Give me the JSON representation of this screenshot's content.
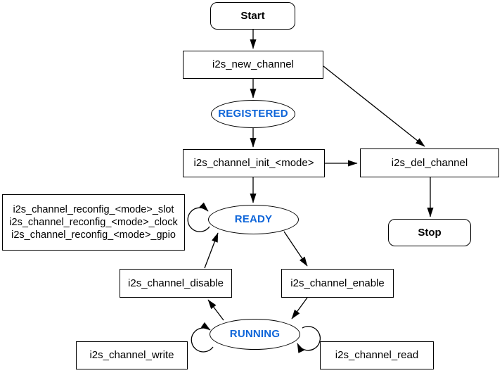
{
  "diagram": {
    "nodes": {
      "start": "Start",
      "new_channel": "i2s_new_channel",
      "registered": "REGISTERED",
      "init": "i2s_channel_init_<mode>",
      "del_channel": "i2s_del_channel",
      "stop": "Stop",
      "reconfig": [
        "i2s_channel_reconfig_<mode>_slot",
        "i2s_channel_reconfig_<mode>_clock",
        "i2s_channel_reconfig_<mode>_gpio"
      ],
      "ready": "READY",
      "disable": "i2s_channel_disable",
      "enable": "i2s_channel_enable",
      "running": "RUNNING",
      "write": "i2s_channel_write",
      "read": "i2s_channel_read"
    },
    "edges": [
      {
        "from": "Start",
        "to": "i2s_new_channel"
      },
      {
        "from": "i2s_new_channel",
        "to": "REGISTERED"
      },
      {
        "from": "i2s_new_channel",
        "to": "i2s_del_channel"
      },
      {
        "from": "REGISTERED",
        "to": "i2s_channel_init_<mode>"
      },
      {
        "from": "i2s_channel_init_<mode>",
        "to": "READY"
      },
      {
        "from": "i2s_channel_init_<mode>",
        "to": "i2s_del_channel"
      },
      {
        "from": "i2s_del_channel",
        "to": "Stop"
      },
      {
        "from": "READY",
        "to": "READY",
        "type": "self-loop",
        "via": "i2s_channel_reconfig_<mode>_*"
      },
      {
        "from": "READY",
        "to": "i2s_channel_enable"
      },
      {
        "from": "i2s_channel_disable",
        "to": "READY"
      },
      {
        "from": "i2s_channel_enable",
        "to": "RUNNING"
      },
      {
        "from": "RUNNING",
        "to": "i2s_channel_disable"
      },
      {
        "from": "RUNNING",
        "to": "RUNNING",
        "type": "self-loop",
        "via": "i2s_channel_write"
      },
      {
        "from": "RUNNING",
        "to": "RUNNING",
        "type": "self-loop",
        "via": "i2s_channel_read"
      }
    ],
    "colors": {
      "state_text": "#0E65D9",
      "stroke": "#000000",
      "node_fill": "#FFFFFF"
    }
  }
}
